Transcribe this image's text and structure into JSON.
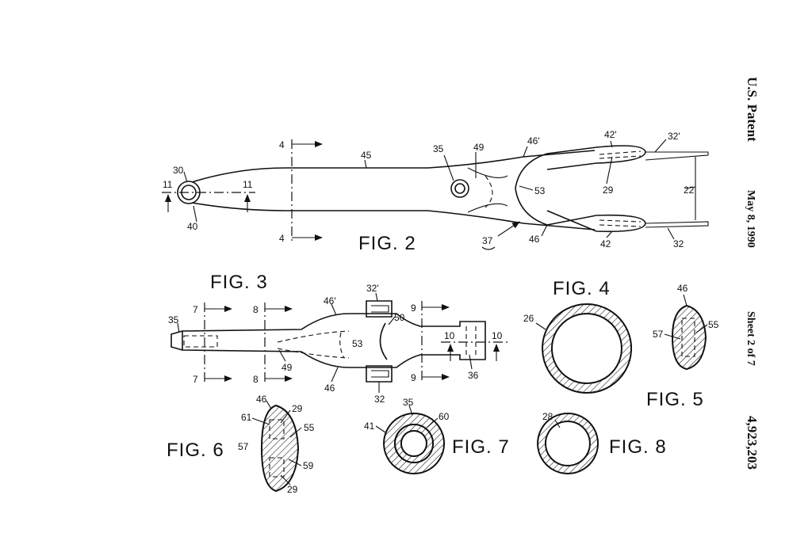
{
  "header": {
    "office": "U.S. Patent",
    "date": "May 8, 1990",
    "sheet": "Sheet 2 of 7",
    "patent_number": "4,923,203"
  },
  "figures": {
    "fig2": "FIG. 2",
    "fig3": "FIG. 3",
    "fig4": "FIG. 4",
    "fig5": "FIG. 5",
    "fig6": "FIG. 6",
    "fig7": "FIG. 7",
    "fig8": "FIG. 8"
  },
  "labels": {
    "fig2": [
      "30",
      "11",
      "11",
      "40",
      "4",
      "4",
      "45",
      "35",
      "49",
      "46'",
      "42'",
      "32'",
      "53",
      "29",
      "22",
      "37",
      "46",
      "42",
      "32"
    ],
    "fig3": [
      "35",
      "7",
      "7",
      "8",
      "8",
      "46'",
      "32'",
      "9",
      "9",
      "50",
      "53",
      "49",
      "46",
      "32",
      "10",
      "10",
      "36"
    ],
    "fig4": [
      "26"
    ],
    "fig5": [
      "46",
      "57",
      "55"
    ],
    "fig6": [
      "46",
      "29",
      "61",
      "55",
      "57",
      "59",
      "29"
    ],
    "fig7": [
      "35",
      "41",
      "60"
    ],
    "fig8": [
      "28"
    ]
  }
}
